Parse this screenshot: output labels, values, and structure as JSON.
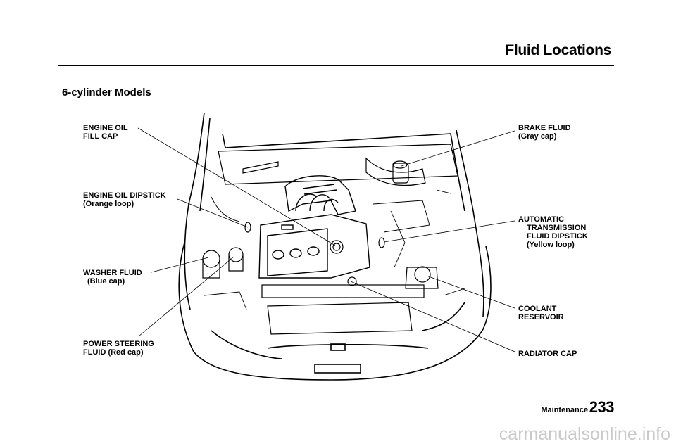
{
  "header": {
    "title": "Fluid Locations"
  },
  "section": {
    "title": "6-cylinder Models"
  },
  "labels": {
    "engine_oil_fill_cap": [
      "ENGINE  OIL",
      "FILL CAP"
    ],
    "engine_oil_dipstick": [
      "ENGINE  OIL  DIPSTICK",
      "(Orange loop)"
    ],
    "washer_fluid": [
      "WASHER  FLUID",
      "(Blue  cap)"
    ],
    "power_steering_fluid": [
      "POWER  STEERING",
      "FLUID  (Red cap)"
    ],
    "brake_fluid": [
      "BRAKE  FLUID",
      "(Gray  cap)"
    ],
    "automatic_transmission_fluid_dipstick": [
      "AUTOMATIC",
      "TRANSMISSION",
      "FLUID  DIPSTICK",
      "(Yellow  loop)"
    ],
    "coolant_reservoir": [
      "COOLANT",
      "RESERVOIR"
    ],
    "radiator_cap": [
      "RADIATOR  CAP"
    ]
  },
  "footer": {
    "section": "Maintenance",
    "page": "233"
  },
  "watermark": "carmanualsonline.info"
}
